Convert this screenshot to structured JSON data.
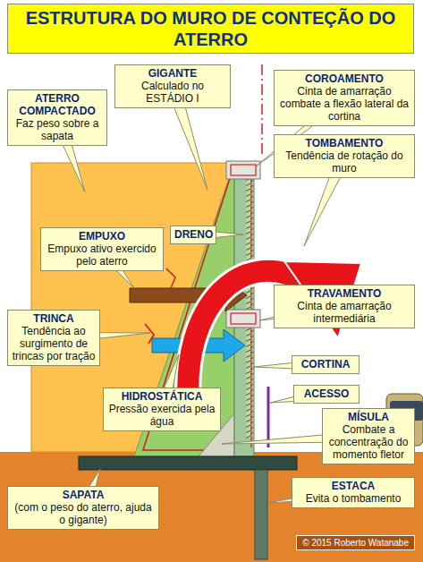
{
  "diagram": {
    "title": "ESTRUTURA DO MURO DE CONTEÇÃO DO ATERRO",
    "nodes": [
      {
        "text": [
          "GIGANTE",
          "Calculado no ESTÁDIO I"
        ]
      },
      {
        "text": [
          "COROAMENTO",
          "Cinta de amarração combate a flexão lateral da cortina"
        ]
      },
      {
        "text": [
          "ATERRO COMPACTADO",
          "Faz peso sobre a sapata"
        ]
      },
      {
        "text": [
          "TOMBAMENTO",
          "Tendência de rotação do muro"
        ]
      },
      {
        "text": [
          "EMPUXO",
          "Empuxo ativo exercido pelo aterro"
        ]
      },
      {
        "text": [
          "DRENO"
        ]
      },
      {
        "text": [
          "TRAVAMENTO",
          "Cinta de amarração intermediária"
        ]
      },
      {
        "text": [
          "TRINCA",
          "Tendência ao surgimento de trincas por tração"
        ]
      },
      {
        "text": [
          "CORTINA"
        ]
      },
      {
        "text": [
          "HIDROSTÁTICA",
          "Pressão exercida pela água"
        ]
      },
      {
        "text": [
          "ACESSO"
        ]
      },
      {
        "text": [
          "MÍSULA",
          "Combate a concentração do momento fletor"
        ]
      },
      {
        "text": [
          "SAPATA",
          "(com o peso do aterro, ajuda o gigante)"
        ]
      },
      {
        "text": [
          "ESTACA",
          "Evita o tombamento"
        ]
      }
    ],
    "labels": [
      "© 2015 Roberto Watanabe"
    ]
  }
}
